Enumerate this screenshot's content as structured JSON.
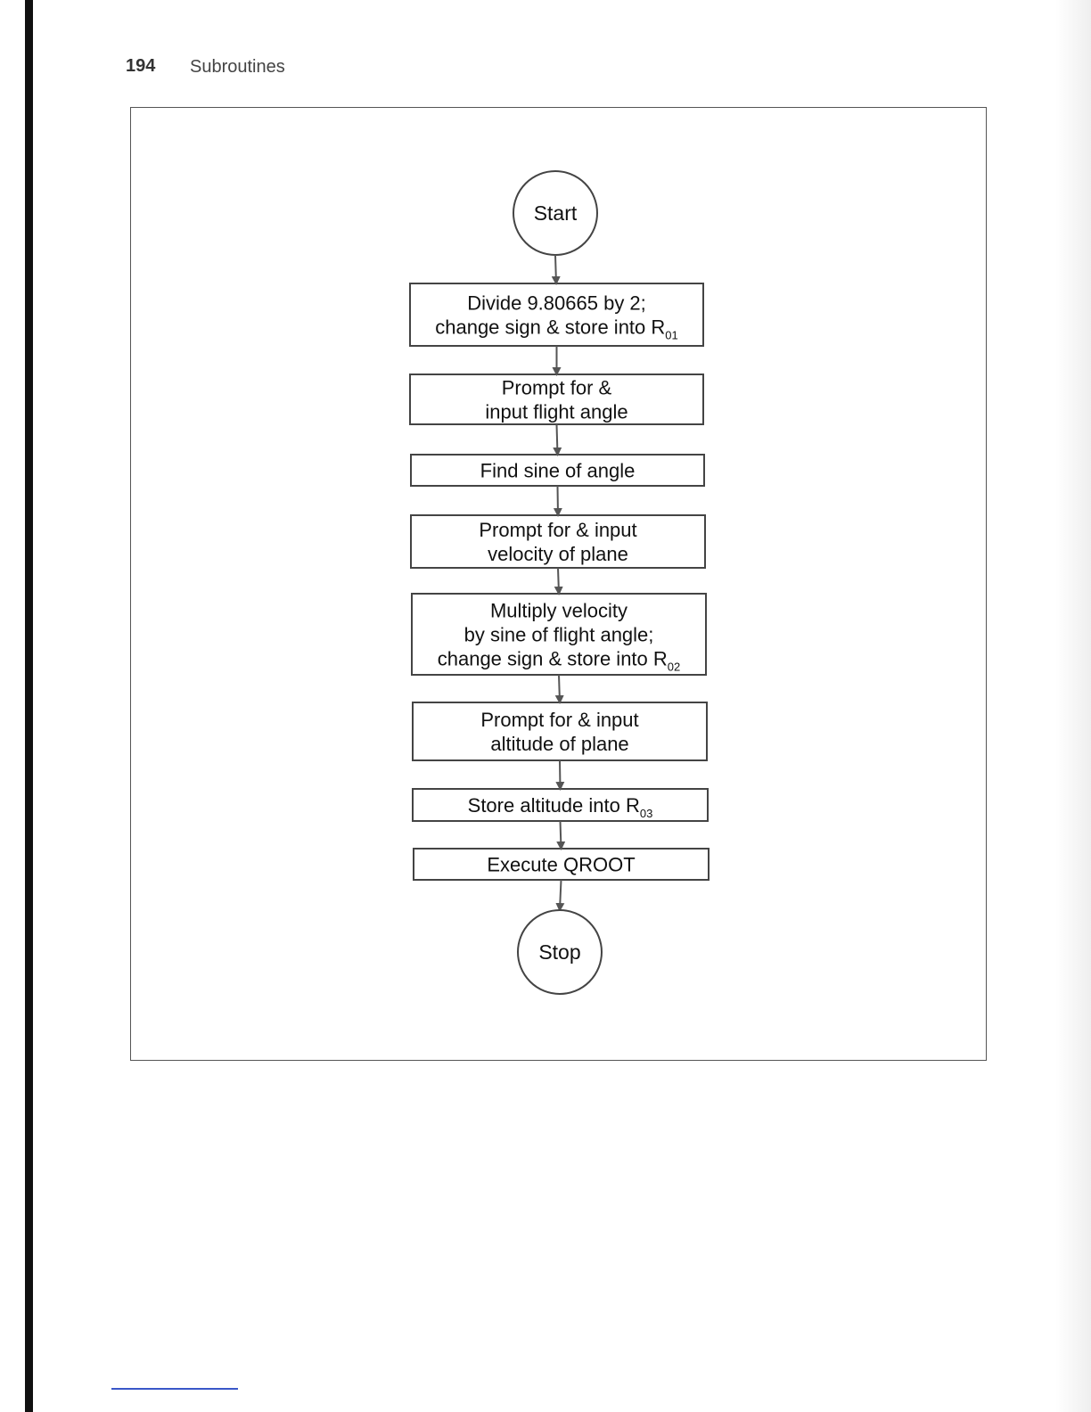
{
  "header": {
    "page_number": "194",
    "running_head": "Subroutines"
  },
  "flowchart": {
    "start": "Start",
    "stop": "Stop",
    "steps": [
      {
        "lines": [
          {
            "text": "Divide 9.80665 by 2;"
          },
          {
            "text": "change sign & store into R",
            "sub": "01"
          }
        ]
      },
      {
        "lines": [
          {
            "text": "Prompt for &"
          },
          {
            "text": "input flight angle"
          }
        ]
      },
      {
        "lines": [
          {
            "text": "Find sine of angle"
          }
        ]
      },
      {
        "lines": [
          {
            "text": "Prompt for & input"
          },
          {
            "text": "velocity of plane"
          }
        ]
      },
      {
        "lines": [
          {
            "text": "Multiply velocity"
          },
          {
            "text": "by sine of flight angle;"
          },
          {
            "text": "change sign & store into R",
            "sub": "02"
          }
        ]
      },
      {
        "lines": [
          {
            "text": "Prompt for & input"
          },
          {
            "text": "altitude of plane"
          }
        ]
      },
      {
        "lines": [
          {
            "text": "Store altitude into R",
            "sub": "03"
          }
        ]
      },
      {
        "lines": [
          {
            "text": "Execute QROOT"
          }
        ]
      }
    ]
  }
}
